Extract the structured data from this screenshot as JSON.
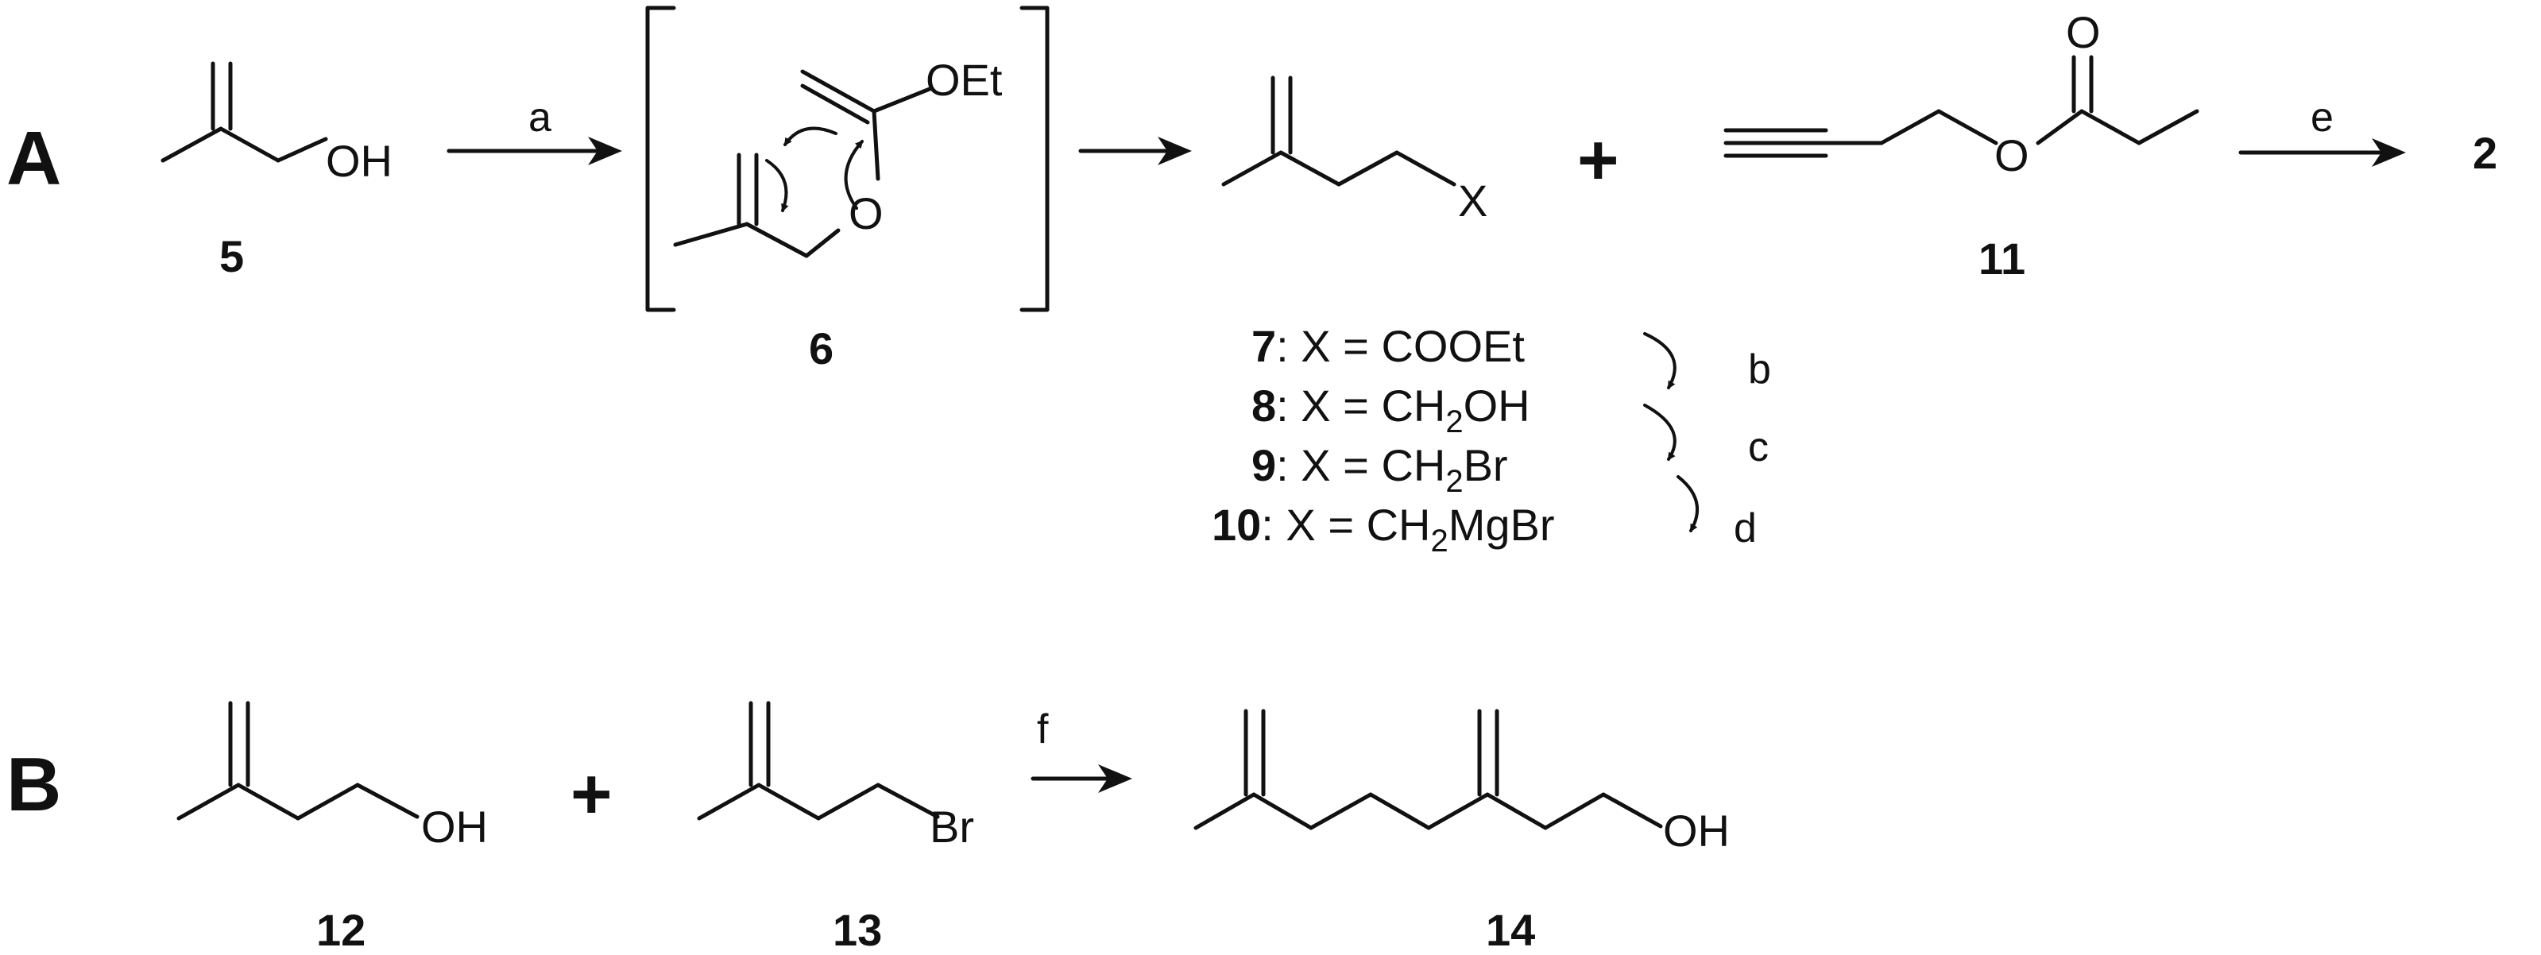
{
  "panels": {
    "a": "A",
    "b": "B"
  },
  "atoms": {
    "oh": "OH",
    "oet": "OEt",
    "o": "O",
    "x": "X",
    "br": "Br"
  },
  "compounds": {
    "c5": "5",
    "c6": "6",
    "c11": "11",
    "c2": "2",
    "c12": "12",
    "c13": "13",
    "c14": "14"
  },
  "conditions": {
    "a": "a",
    "b": "b",
    "c": "c",
    "d": "d",
    "e": "e",
    "f": "f"
  },
  "plus_sign": "+",
  "series": {
    "r7": {
      "num": "7",
      "text": ": X = COOEt"
    },
    "r8": {
      "num": "8",
      "text": ": X = CH",
      "sub": "2",
      "tail": "OH"
    },
    "r9": {
      "num": "9",
      "text": ": X = CH",
      "sub": "2",
      "tail": "Br"
    },
    "r10": {
      "num": "10",
      "text": ": X = CH",
      "sub": "2",
      "tail": "MgBr"
    }
  }
}
